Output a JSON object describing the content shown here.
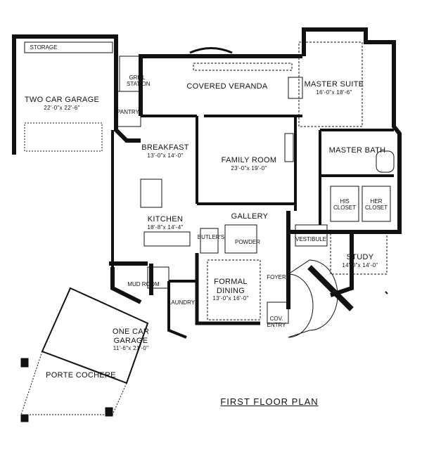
{
  "rooms": {
    "storage": {
      "name": "STORAGE"
    },
    "grill_station": {
      "name": "GRILL STATION"
    },
    "covered_veranda": {
      "name": "COVERED VERANDA"
    },
    "master_suite": {
      "name": "MASTER SUITE",
      "dim": "16'-0\"x 18'-6\""
    },
    "two_car_garage": {
      "name": "TWO CAR GARAGE",
      "dim": "22'-0\"x 22'-6\""
    },
    "pantry": {
      "name": "PANTRY"
    },
    "breakfast": {
      "name": "BREAKFAST",
      "dim": "13'-0\"x 14'-0\""
    },
    "family_room": {
      "name": "FAMILY ROOM",
      "dim": "23'-0\"x 19'-0\""
    },
    "master_bath": {
      "name": "MASTER BATH"
    },
    "his_closet": {
      "name": "HIS CLOSET"
    },
    "her_closet": {
      "name": "HER CLOSET"
    },
    "kitchen": {
      "name": "KITCHEN",
      "dim": "18'-8\"x 14'-4\""
    },
    "gallery": {
      "name": "GALLERY"
    },
    "butlers": {
      "name": "BUTLER'S"
    },
    "powder": {
      "name": "POWDER"
    },
    "vestibule": {
      "name": "VESTIBULE"
    },
    "study": {
      "name": "STUDY",
      "dim": "14'-0\"x 14'-0\""
    },
    "mud_room": {
      "name": "MUD ROOM"
    },
    "formal_dining": {
      "name": "FORMAL DINING",
      "dim": "13'-0\"x 16'-0\""
    },
    "foyer": {
      "name": "FOYER"
    },
    "laundry": {
      "name": "LAUNDRY"
    },
    "cov_entry": {
      "name": "COV. ENTRY"
    },
    "one_car_garage": {
      "name": "ONE CAR GARAGE",
      "dim": "11'-6\"x 21'-0\""
    },
    "porte_cochere": {
      "name": "PORTE COCHERE"
    }
  },
  "plan_title": "FIRST FLOOR PLAN"
}
